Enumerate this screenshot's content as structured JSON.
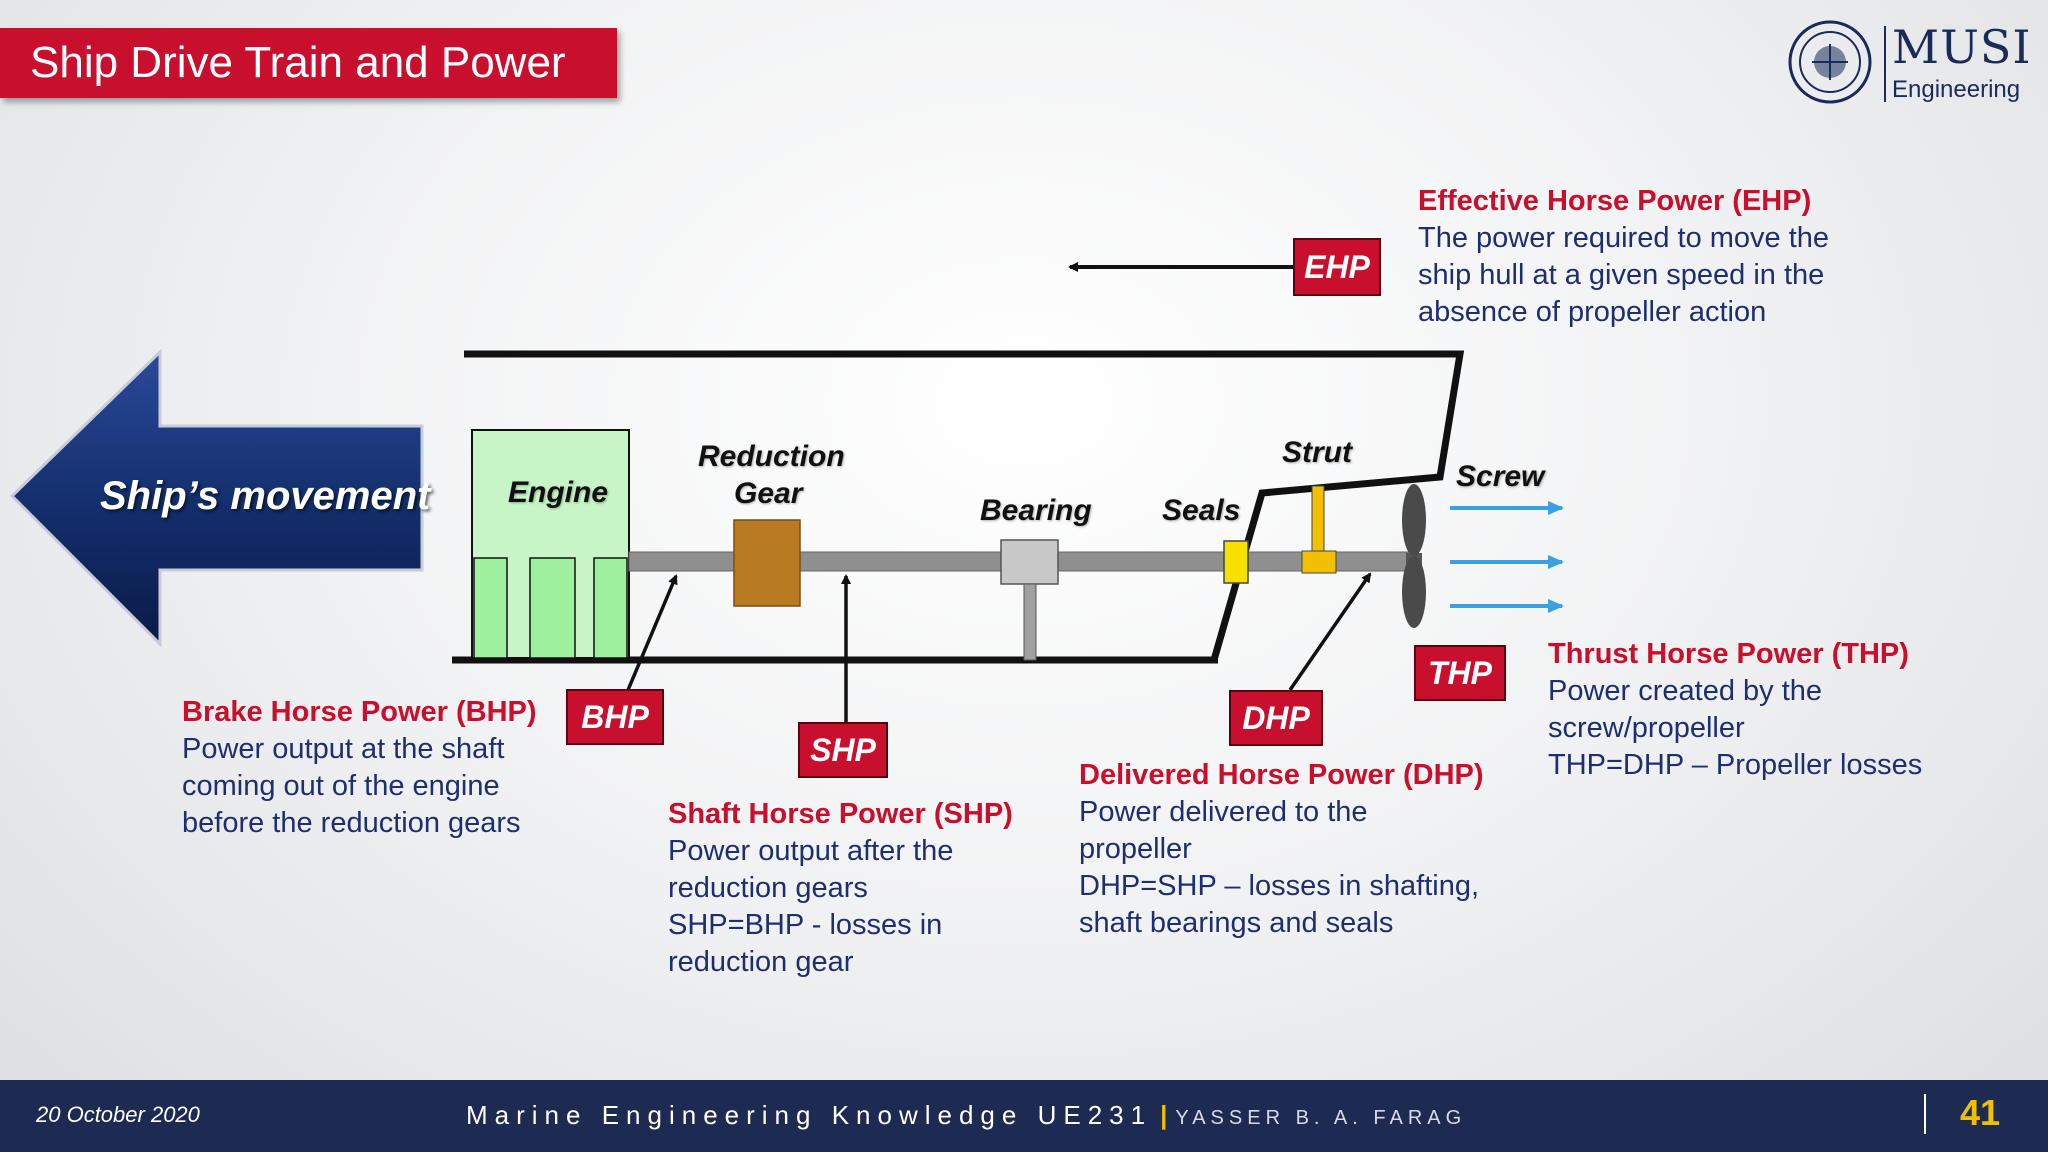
{
  "title": "Ship Drive Train and Power",
  "logo": {
    "name": "MUSI",
    "sub": "Engineering"
  },
  "diagram": {
    "ship_movement": "Ship’s movement",
    "engine": "Engine",
    "reduction_gear": [
      "Reduction",
      "Gear"
    ],
    "bearing": "Bearing",
    "seals": "Seals",
    "strut": "Strut",
    "screw": "Screw"
  },
  "tags": {
    "ehp": "EHP",
    "bhp": "BHP",
    "shp": "SHP",
    "dhp": "DHP",
    "thp": "THP"
  },
  "descriptions": {
    "ehp": {
      "heading": "Effective Horse Power (EHP)",
      "lines": [
        "The power required to move the",
        "ship hull at a given speed in the",
        "absence of propeller action"
      ]
    },
    "bhp": {
      "heading": "Brake Horse Power (BHP)",
      "lines": [
        "Power output at the shaft",
        "coming out of the engine",
        "before the reduction gears"
      ]
    },
    "shp": {
      "heading": "Shaft Horse Power (SHP)",
      "lines": [
        "Power output  after the",
        "reduction gears",
        "SHP=BHP - losses in",
        "reduction gear"
      ]
    },
    "dhp": {
      "heading": "Delivered Horse Power (DHP)",
      "lines": [
        "Power delivered to the",
        "propeller",
        "DHP=SHP – losses in shafting,",
        "shaft bearings and seals"
      ]
    },
    "thp": {
      "heading": "Thrust Horse Power (THP)",
      "lines": [
        "Power created by the",
        "screw/propeller",
        "THP=DHP – Propeller losses"
      ]
    }
  },
  "footer": {
    "date": "20 October 2020",
    "course": "Marine Engineering Knowledge UE231",
    "separator": "|",
    "author": "YASSER B. A. FARAG",
    "page": "41"
  },
  "colors": {
    "accent_red": "#c8102e",
    "navy": "#1d2a52",
    "text_blue": "#1f2e6e",
    "engine_green": "#c8f5c8",
    "gear_brown": "#b87a22",
    "seal_yellow": "#f5e000",
    "arrow_blue": "#3aa0e0"
  }
}
